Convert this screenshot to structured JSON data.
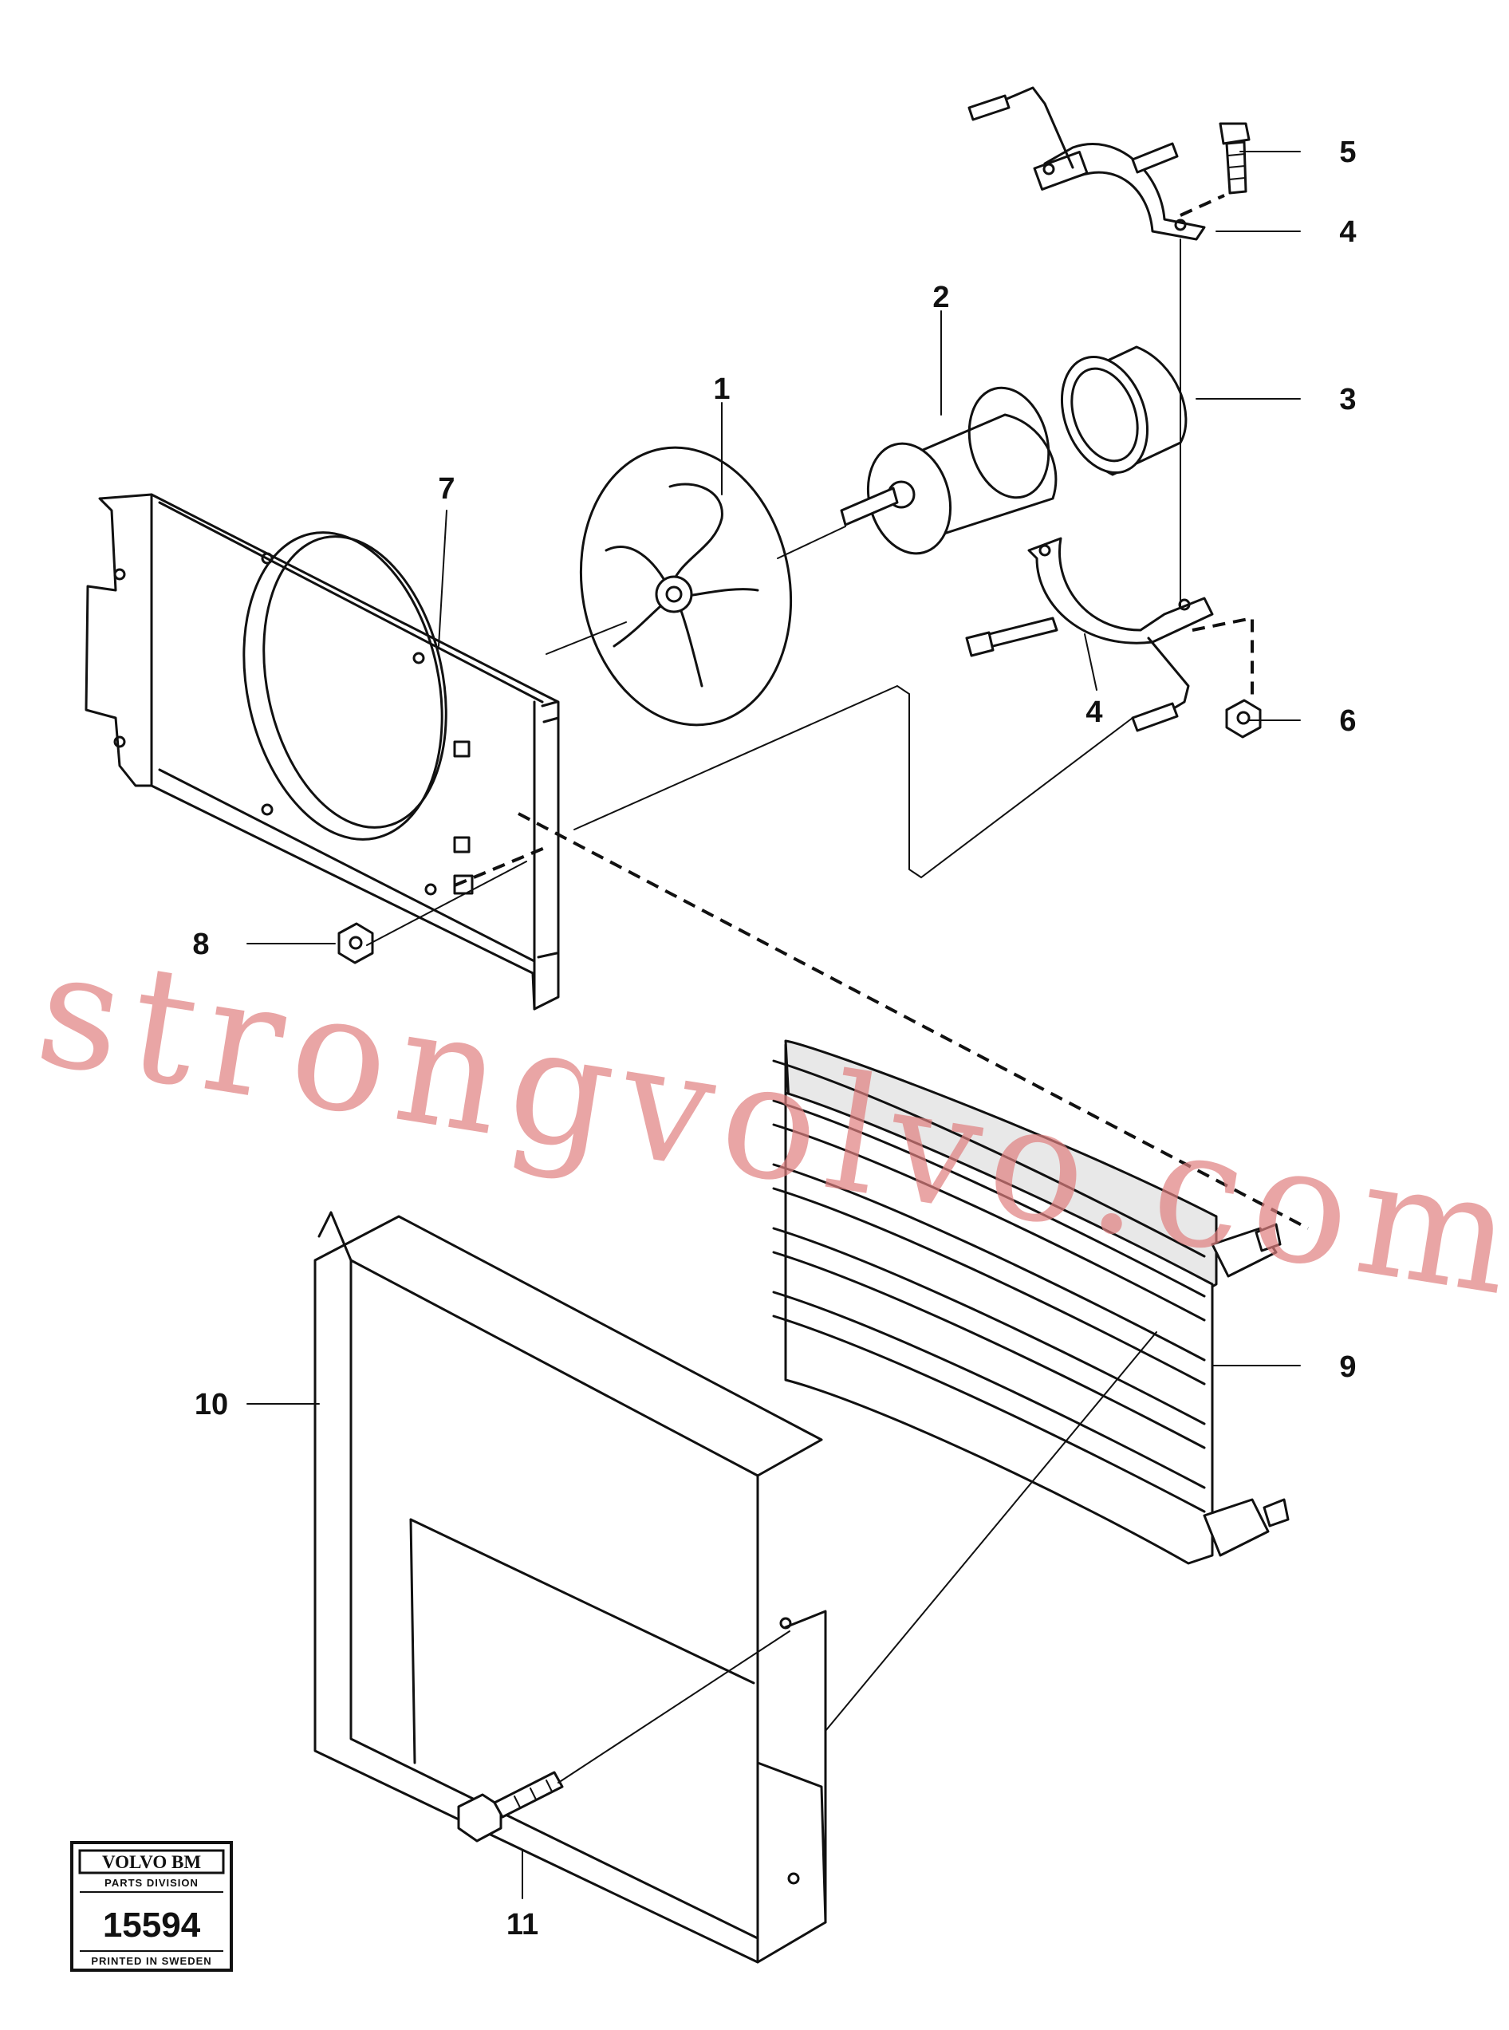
{
  "callouts": [
    {
      "id": "1",
      "label": "1"
    },
    {
      "id": "2",
      "label": "2"
    },
    {
      "id": "3",
      "label": "3"
    },
    {
      "id": "4a",
      "label": "4"
    },
    {
      "id": "4b",
      "label": "4"
    },
    {
      "id": "5",
      "label": "5"
    },
    {
      "id": "6",
      "label": "6"
    },
    {
      "id": "7",
      "label": "7"
    },
    {
      "id": "8",
      "label": "8"
    },
    {
      "id": "9",
      "label": "9"
    },
    {
      "id": "10",
      "label": "10"
    },
    {
      "id": "11",
      "label": "11"
    }
  ],
  "watermark": "strongvolvo.com",
  "stamp": {
    "brand": "VOLVO BM",
    "division": "PARTS DIVISION",
    "number": "15594",
    "printed": "PRINTED IN SWEDEN"
  },
  "colors": {
    "line": "#111111",
    "watermark": "#e07f7f",
    "background": "#ffffff"
  }
}
